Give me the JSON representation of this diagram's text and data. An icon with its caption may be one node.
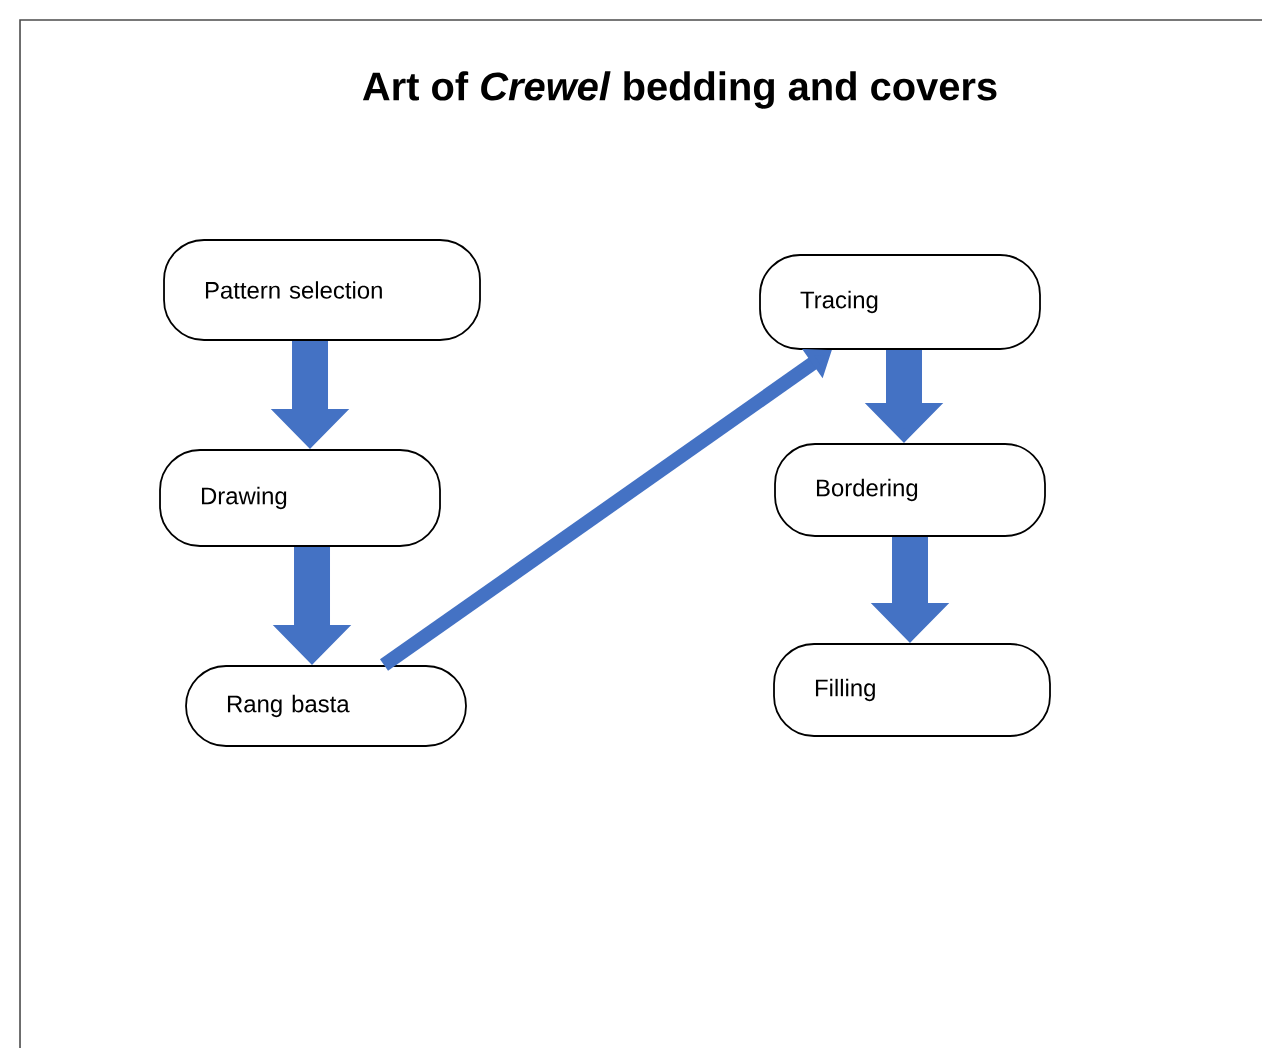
{
  "diagram": {
    "title": "Art of *Crewel* bedding and covers",
    "nodes": [
      {
        "text": [
          "Pattern selection"
        ]
      },
      {
        "text": [
          "Drawing"
        ]
      },
      {
        "text": [
          "Rang basta"
        ]
      },
      {
        "text": [
          "Tracing"
        ]
      },
      {
        "text": [
          "Bordering"
        ]
      },
      {
        "text": [
          "Filling"
        ]
      }
    ],
    "edges": [
      {
        "from": 0,
        "to": 1,
        "arrow": "to"
      },
      {
        "from": 1,
        "to": 2,
        "arrow": "to"
      },
      {
        "from": 2,
        "to": 3,
        "arrow": "to"
      },
      {
        "from": 3,
        "to": 4,
        "arrow": "to"
      },
      {
        "from": 4,
        "to": 5,
        "arrow": "to"
      }
    ]
  }
}
